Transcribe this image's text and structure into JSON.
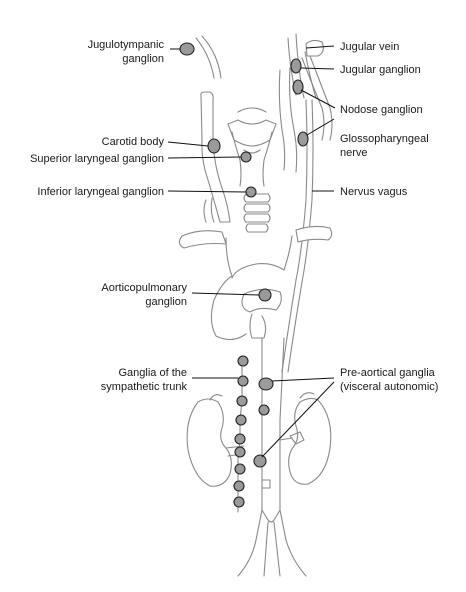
{
  "labels": {
    "jugulotympanic_1": "Jugulotympanic",
    "jugulotympanic_2": "ganglion",
    "jugular_vein": "Jugular vein",
    "jugular_ganglion": "Jugular ganglion",
    "nodose_ganglion": "Nodose ganglion",
    "glossopharyngeal_1": "Glossopharyngeal",
    "glossopharyngeal_2": "nerve",
    "carotid_body": "Carotid body",
    "superior_laryngeal": "Superior laryngeal ganglion",
    "inferior_laryngeal": "Inferior laryngeal ganglion",
    "nervus_vagus": "Nervus vagus",
    "aorticopulmonary_1": "Aorticopulmonary",
    "aorticopulmonary_2": "ganglion",
    "sympathetic_1": "Ganglia of the",
    "sympathetic_2": "sympathetic trunk",
    "preaortic_1": "Pre-aortical ganglia",
    "preaortic_2": "(visceral autonomic)"
  },
  "colors": {
    "ganglion_fill": "#9a9a9a",
    "outline": "#8a8a8a",
    "leader": "#111111",
    "text": "#1a1a1a"
  }
}
